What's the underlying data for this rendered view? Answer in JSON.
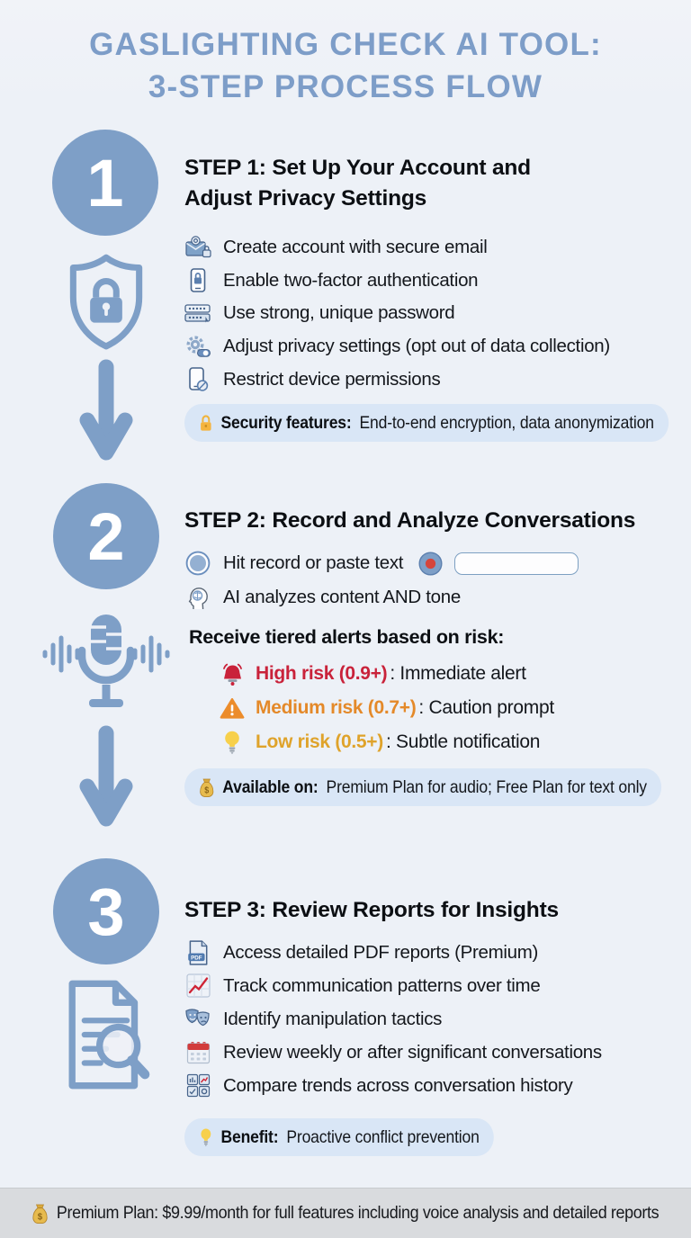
{
  "page": {
    "title_line1": "GASLIGHTING CHECK AI TOOL:",
    "title_line2": "3-STEP PROCESS FLOW"
  },
  "colors": {
    "accent_blue": "#7e9fc7",
    "title_blue": "#7d9dc8",
    "high_risk_red": "#c9223a",
    "medium_risk_orange": "#e48929",
    "low_risk_yellow": "#dfa32b",
    "callout_bg": "#d9e6f6",
    "footer_bg": "#d9dbde"
  },
  "step1": {
    "number": "1",
    "heading_line1": "STEP 1: Set Up Your Account and",
    "heading_line2": "Adjust Privacy Settings",
    "items": [
      {
        "icon": "secure-email-icon",
        "text": "Create account with secure email"
      },
      {
        "icon": "two-factor-icon",
        "text": "Enable two-factor authentication"
      },
      {
        "icon": "password-icon",
        "text": "Use strong, unique password"
      },
      {
        "icon": "privacy-settings-icon",
        "text": "Adjust privacy settings (opt out of data collection)"
      },
      {
        "icon": "device-permissions-icon",
        "text": "Restrict device permissions"
      }
    ],
    "callout": {
      "icon": "lock-icon",
      "label": "Security features:",
      "text": "End-to-end encryption, data anonymization"
    }
  },
  "step2": {
    "number": "2",
    "heading": "STEP 2: Record and Analyze Conversations",
    "items": [
      {
        "icon": "record-circle-icon",
        "text": "Hit record or paste text"
      },
      {
        "icon": "ai-brain-icon",
        "text": "AI analyzes content AND tone"
      }
    ],
    "record_input_value": "",
    "alerts_heading": "Receive tiered alerts based on risk:",
    "alerts": [
      {
        "icon": "bell-icon",
        "label": "High risk (0.9+)",
        "text": ": Immediate alert",
        "color": "#c9223a"
      },
      {
        "icon": "warning-triangle-icon",
        "label": "Medium risk (0.7+)",
        "text": ": Caution prompt",
        "color": "#e48929"
      },
      {
        "icon": "lightbulb-icon",
        "label": "Low risk (0.5+)",
        "text": ": Subtle notification",
        "color": "#dfa32b"
      }
    ],
    "callout": {
      "icon": "money-bag-icon",
      "label": "Available on:",
      "text": "Premium Plan for audio; Free Plan for text only"
    }
  },
  "step3": {
    "number": "3",
    "heading": "STEP 3: Review Reports for Insights",
    "items": [
      {
        "icon": "pdf-icon",
        "text": "Access detailed PDF reports (Premium)"
      },
      {
        "icon": "trend-chart-icon",
        "text": "Track communication patterns over time"
      },
      {
        "icon": "theater-masks-icon",
        "text": "Identify manipulation tactics"
      },
      {
        "icon": "calendar-icon",
        "text": "Review weekly or after significant conversations"
      },
      {
        "icon": "compare-grid-icon",
        "text": "Compare trends across conversation history"
      }
    ],
    "callout": {
      "icon": "lightbulb-icon",
      "label": "Benefit:",
      "text": "Proactive conflict prevention"
    }
  },
  "footer": {
    "icon": "money-bag-icon",
    "text": "Premium Plan: $9.99/month for full features including voice analysis and detailed reports"
  }
}
